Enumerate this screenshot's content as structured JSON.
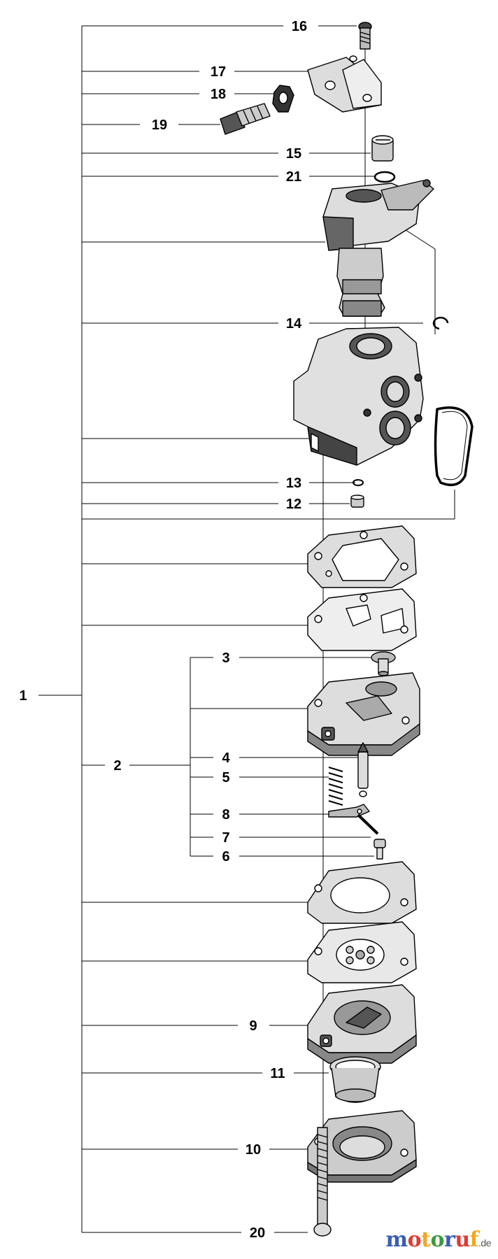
{
  "labels": {
    "p1": "1",
    "p2": "2",
    "p3": "3",
    "p4": "4",
    "p5": "5",
    "p6": "6",
    "p7": "7",
    "p8": "8",
    "p9": "9",
    "p10": "10",
    "p11": "11",
    "p12": "12",
    "p13": "13",
    "p14": "14",
    "p15": "15",
    "p16": "16",
    "p17": "17",
    "p18": "18",
    "p19": "19",
    "p20": "20",
    "p21": "21"
  },
  "watermark": {
    "text": "motoruf",
    "tld": ".de",
    "colors": [
      "#3a5db3",
      "#e03a2f",
      "#f2a81d",
      "#3a9a3a"
    ]
  }
}
